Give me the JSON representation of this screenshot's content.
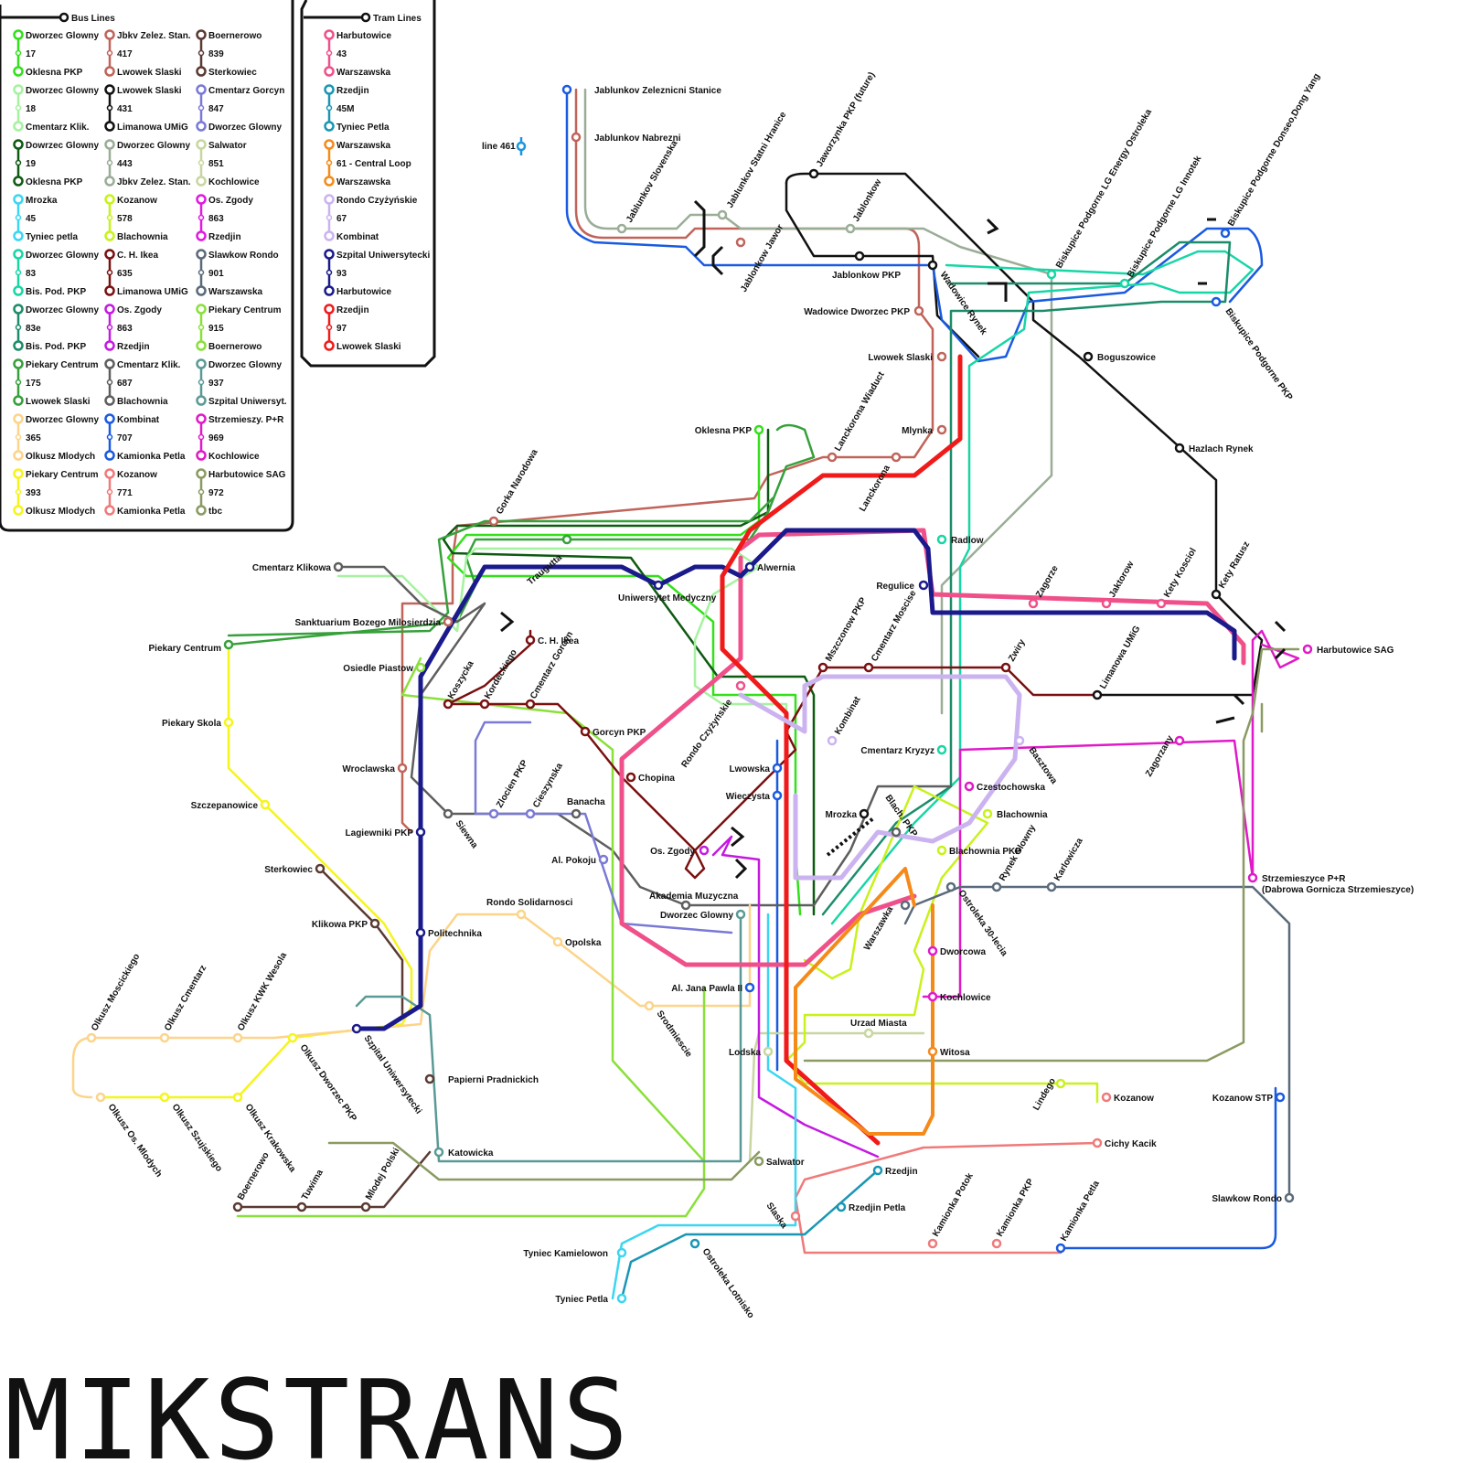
{
  "title": "MIKSTRANS",
  "legend": {
    "bus_heading": "Bus Lines",
    "tram_heading": "Tram Lines",
    "bus_lines": [
      {
        "from": "Dworzec Glowny",
        "number": "17",
        "to": "Oklesna PKP",
        "color": "#33e01a"
      },
      {
        "from": "Dworzec Glowny",
        "number": "18",
        "to": "Cmentarz Klik.",
        "color": "#a6f2a0"
      },
      {
        "from": "Dowrzec Glowny",
        "number": "19",
        "to": "Oklesna PKP",
        "color": "#0e5a12"
      },
      {
        "from": "Mrozka",
        "number": "45",
        "to": "Tyniec petla",
        "color": "#3ad6f2"
      },
      {
        "from": "Dworzec Glowny",
        "number": "83",
        "to": "Bis. Pod. PKP",
        "color": "#17d6a6"
      },
      {
        "from": "Dworzec Glowny",
        "number": "83e",
        "to": "Bis. Pod. PKP",
        "color": "#1c8c6a"
      },
      {
        "from": "Piekary Centrum",
        "number": "175",
        "to": "Lwowek Slaski",
        "color": "#36a03a"
      },
      {
        "from": "Dworzec Glowny",
        "number": "365",
        "to": "Olkusz Mlodych",
        "color": "#fcd48a"
      },
      {
        "from": "Piekary Centrum",
        "number": "393",
        "to": "Olkusz Mlodych",
        "color": "#f5f51c"
      },
      {
        "from": "Jbkv Zelez. Stan.",
        "number": "417",
        "to": "Lwowek Slaski",
        "color": "#c0645a"
      },
      {
        "from": "Lwowek Slaski",
        "number": "431",
        "to": "Limanowa UMiG",
        "color": "#111111"
      },
      {
        "from": "Dworzec Glowny",
        "number": "443",
        "to": "Jbkv Zelez. Stan.",
        "color": "#9aad96"
      },
      {
        "from": "Kozanow",
        "number": "578",
        "to": "Blachownia",
        "color": "#c8f21a"
      },
      {
        "from": "C. H. Ikea",
        "number": "635",
        "to": "Limanowa UMiG",
        "color": "#7a1010"
      },
      {
        "from": "Os. Zgody",
        "number": "863",
        "to": "Rzedjin",
        "color": "#c41ae0"
      },
      {
        "from": "Cmentarz Klik.",
        "number": "687",
        "to": "Blachownia",
        "color": "#5e5e5e"
      },
      {
        "from": "Kombinat",
        "number": "707",
        "to": "Kamionka Petla",
        "color": "#1a5ae0"
      },
      {
        "from": "Kozanow",
        "number": "771",
        "to": "Kamionka Petla",
        "color": "#f07a7a"
      },
      {
        "from": "Boernerowo",
        "number": "839",
        "to": "Sterkowiec",
        "color": "#5a3a32"
      },
      {
        "from": "Cmentarz Gorcyn",
        "number": "847",
        "to": "Dworzec Glowny",
        "color": "#7a7ad6"
      },
      {
        "from": "Salwator",
        "number": "851",
        "to": "Kochlowice",
        "color": "#c8d6a0"
      },
      {
        "from": "Os. Zgody",
        "number": "863",
        "to": "Rzedjin",
        "color": "#e01ae0"
      },
      {
        "from": "Slawkow Rondo",
        "number": "901",
        "to": "Warszawska",
        "color": "#5a6a7a"
      },
      {
        "from": "Piekary Centrum",
        "number": "915",
        "to": "Boernerowo",
        "color": "#8ae03a"
      },
      {
        "from": "Dworzec Glowny",
        "number": "937",
        "to": "Szpital Uniwersyt.",
        "color": "#5a9a96"
      },
      {
        "from": "Strzemieszy. P+R",
        "number": "969",
        "to": "Kochlowice",
        "color": "#e01ac8"
      },
      {
        "from": "Harbutowice SAG",
        "number": "972",
        "to": "tbc",
        "color": "#8a9a62"
      }
    ],
    "tram_lines": [
      {
        "from": "Harbutowice",
        "number": "43",
        "to": "Warszawska",
        "color": "#f0508a"
      },
      {
        "from": "Rzedjin",
        "number": "45M",
        "to": "Tyniec Petla",
        "color": "#1a96b4"
      },
      {
        "from": "Warszawska",
        "number": "61 - Central Loop",
        "to": "Warszawska",
        "color": "#f58a1a"
      },
      {
        "from": "Rondo Czyżyńskie",
        "number": "67",
        "to": "Kombinat",
        "color": "#cbb3f0"
      },
      {
        "from": "Szpital Uniwersytecki",
        "number": "93",
        "to": "Harbutowice",
        "color": "#1a1a8c"
      },
      {
        "from": "Rzedjin",
        "number": "97",
        "to": "Lwowek Slaski",
        "color": "#f01a1a"
      }
    ]
  },
  "line_461": "line 461",
  "stations": [
    {
      "name": "Jablunkov Zeleznicni Stanice"
    },
    {
      "name": "Jablunkov Nabrezni"
    },
    {
      "name": "Jablunkov Slovenska"
    },
    {
      "name": "Jablunkov Statni Hranice"
    },
    {
      "name": "Jaworzynka PKP (future)"
    },
    {
      "name": "Jablonkow"
    },
    {
      "name": "Jablonkow Jawor"
    },
    {
      "name": "Jablonkow PKP"
    },
    {
      "name": "Wadowice Rynek"
    },
    {
      "name": "Wadowice Dworzec PKP"
    },
    {
      "name": "Biskupice Podgorne LG Energy Ostroleka"
    },
    {
      "name": "Biskupice Podgorne LG Innotek"
    },
    {
      "name": "Biskupice Podgorne Donseo,Dong Yang"
    },
    {
      "name": "Biskupice Podgorne PKP"
    },
    {
      "name": "Boguszowice"
    },
    {
      "name": "Lwowek Slaski"
    },
    {
      "name": "Mlynka"
    },
    {
      "name": "Hazlach Rynek"
    },
    {
      "name": "Oklesna PKP"
    },
    {
      "name": "Lanckorona Wiaduct"
    },
    {
      "name": "Lanckorona"
    },
    {
      "name": "Gorka Narodowa"
    },
    {
      "name": "Radlow"
    },
    {
      "name": "Cmentarz Klikowa"
    },
    {
      "name": "Alwernia"
    },
    {
      "name": "Traugutta"
    },
    {
      "name": "Uniwersytet Medyczny"
    },
    {
      "name": "Regulice"
    },
    {
      "name": "Zagorze"
    },
    {
      "name": "Jaktorow"
    },
    {
      "name": "Kety Kosciol"
    },
    {
      "name": "Kety Ratusz"
    },
    {
      "name": "Sanktuarium Bozego Milosierdzia"
    },
    {
      "name": "C. H. Ikea"
    },
    {
      "name": "Harbutowice SAG"
    },
    {
      "name": "Piekary Centrum"
    },
    {
      "name": "Osiedle Piastow"
    },
    {
      "name": "Koszycka"
    },
    {
      "name": "Kordeckiego"
    },
    {
      "name": "Cmentarz Gorcyn"
    },
    {
      "name": "Mszczonow PKP"
    },
    {
      "name": "Cmentarz Moscise"
    },
    {
      "name": "Zwiry"
    },
    {
      "name": "Limanowa UMiG"
    },
    {
      "name": "Gorcyn PKP"
    },
    {
      "name": "Rondo Czyżyńskie"
    },
    {
      "name": "Kombinat"
    },
    {
      "name": "Piekary Skola"
    },
    {
      "name": "Cmentarz Kryzyz"
    },
    {
      "name": "Basztowa"
    },
    {
      "name": "Zagorzany"
    },
    {
      "name": "Wroclawska"
    },
    {
      "name": "Lwowska"
    },
    {
      "name": "Chopina"
    },
    {
      "name": "Czestochowska"
    },
    {
      "name": "Wieczysta"
    },
    {
      "name": "Zlocien PKP"
    },
    {
      "name": "Cieszynska"
    },
    {
      "name": "Banacha"
    },
    {
      "name": "Blach. PKP"
    },
    {
      "name": "Szczepanowice"
    },
    {
      "name": "Siewna"
    },
    {
      "name": "Mrozka"
    },
    {
      "name": "Blachownia"
    },
    {
      "name": "Lagiewniki PKP"
    },
    {
      "name": "Os. Zgody"
    },
    {
      "name": "Blachownia PKP"
    },
    {
      "name": "Al. Pokoju"
    },
    {
      "name": "Rynek Glowny"
    },
    {
      "name": "Karlowicza"
    },
    {
      "name": "Strzemieszyce P+R"
    },
    {
      "name": "(Dabrowa Gornicza Strzemieszyce)"
    },
    {
      "name": "Sterkowiec"
    },
    {
      "name": "Akademia Muzyczna"
    },
    {
      "name": "Rondo Solidarnosci"
    },
    {
      "name": "Warszawka"
    },
    {
      "name": "Ostroleka 30-lecia"
    },
    {
      "name": "Klikowa PKP"
    },
    {
      "name": "Dworzec Glowny"
    },
    {
      "name": "Politechnika"
    },
    {
      "name": "Opolska"
    },
    {
      "name": "Dworcowa"
    },
    {
      "name": "Olkusz Moscickiego"
    },
    {
      "name": "Olkusz Cmentarz"
    },
    {
      "name": "Olkusz KWK Wesola"
    },
    {
      "name": "Al. Jana Pawla II"
    },
    {
      "name": "Kochlowice"
    },
    {
      "name": "Srodmiescie"
    },
    {
      "name": "Szpital Uniwersytecki"
    },
    {
      "name": "Olkusz Dworzec PKP"
    },
    {
      "name": "Urzad Miasta"
    },
    {
      "name": "Lodska"
    },
    {
      "name": "Witosa"
    },
    {
      "name": "Papierni Pradnickich"
    },
    {
      "name": "Olkusz Os. Mlodych"
    },
    {
      "name": "Olkusz Szujskiego"
    },
    {
      "name": "Olkusz Krakowska"
    },
    {
      "name": "Lindego"
    },
    {
      "name": "Kozanow"
    },
    {
      "name": "Kozanow STP"
    },
    {
      "name": "Cichy Kacik"
    },
    {
      "name": "Katowicka"
    },
    {
      "name": "Salwator"
    },
    {
      "name": "Rzedjin"
    },
    {
      "name": "Boernerowo"
    },
    {
      "name": "Tuwima"
    },
    {
      "name": "Mlodej Polski"
    },
    {
      "name": "Slawkow Rondo"
    },
    {
      "name": "Rzedjin Petla"
    },
    {
      "name": "Slaska"
    },
    {
      "name": "Kamionka Potok"
    },
    {
      "name": "Kamionka PKP"
    },
    {
      "name": "Kamionka Petla"
    },
    {
      "name": "Tyniec Kamielowon"
    },
    {
      "name": "Ostroleka Lotnisko"
    },
    {
      "name": "Tyniec Petla"
    }
  ]
}
